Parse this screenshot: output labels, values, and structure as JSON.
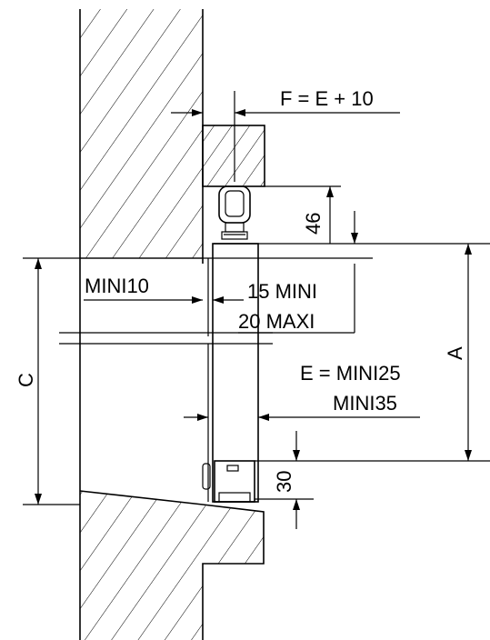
{
  "labels": {
    "f_formula": "F = E + 10",
    "dim_46": "46",
    "mini10": "MINI10",
    "mini15": "15 MINI",
    "maxi20": "20 MAXI",
    "dim_a": "A",
    "dim_c": "C",
    "e_mini25": "E = MINI25",
    "mini35": "MINI35",
    "dim_30": "30"
  }
}
